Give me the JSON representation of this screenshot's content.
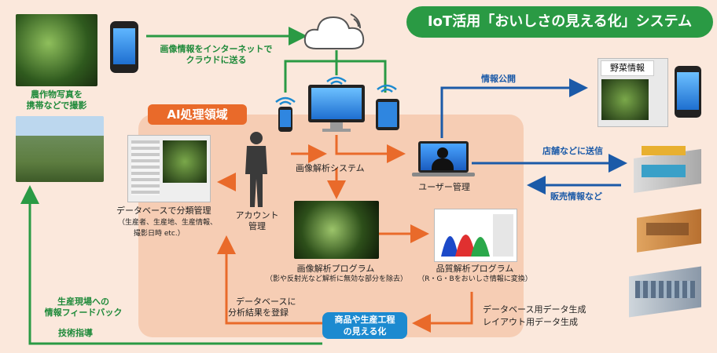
{
  "title": "IoT活用「おいしさの見える化」システム",
  "ai_region_title": "AI処理領域",
  "labels": {
    "farm_photo": [
      "農作物写真を",
      "携帯などで撮影"
    ],
    "upload": [
      "画像情報をインターネットで",
      "クラウドに送る"
    ],
    "info_publish": "情報公開",
    "vegetable_info": "野菜情報",
    "send_to_stores": "店舗などに送信",
    "sales_info": "販売情報など",
    "user_mgmt": "ユーザー管理",
    "image_analysis_system": "画像解析システム",
    "account_mgmt": [
      "アカウント",
      "管理"
    ],
    "db_classification": [
      "データベースで分類管理",
      "（生産者、生産地、生産情報、",
      "撮影日時 etc.）"
    ],
    "image_analysis_program": [
      "画像解析プログラム",
      "（影や反射光など解析に無効な部分を除去）"
    ],
    "quality_analysis_program": [
      "品質解析プログラム",
      "（R・G・Bをおいしさ情報に変換）"
    ],
    "db_register": [
      "データベースに",
      "分析結果を登録"
    ],
    "visualization": [
      "商品や生産工程",
      "の見える化"
    ],
    "data_generation": [
      "データベース用データ生成",
      "レイアウト用データ生成"
    ],
    "feedback": [
      "生産現場への",
      "情報フィードバック"
    ],
    "tech_guidance": "技術指導"
  },
  "colors": {
    "green": "#2a9a44",
    "orange": "#e96a2a",
    "blue": "#1b5aa8",
    "light_blue": "#1c8ad0",
    "region": "#f6cdb4",
    "background": "#fbe8dc"
  },
  "icons": [
    "cloud-icon",
    "wifi-icon",
    "smartphone-icon",
    "monitor-icon",
    "tablet-icon",
    "laptop-user-icon",
    "person-silhouette-icon",
    "building-icon"
  ]
}
